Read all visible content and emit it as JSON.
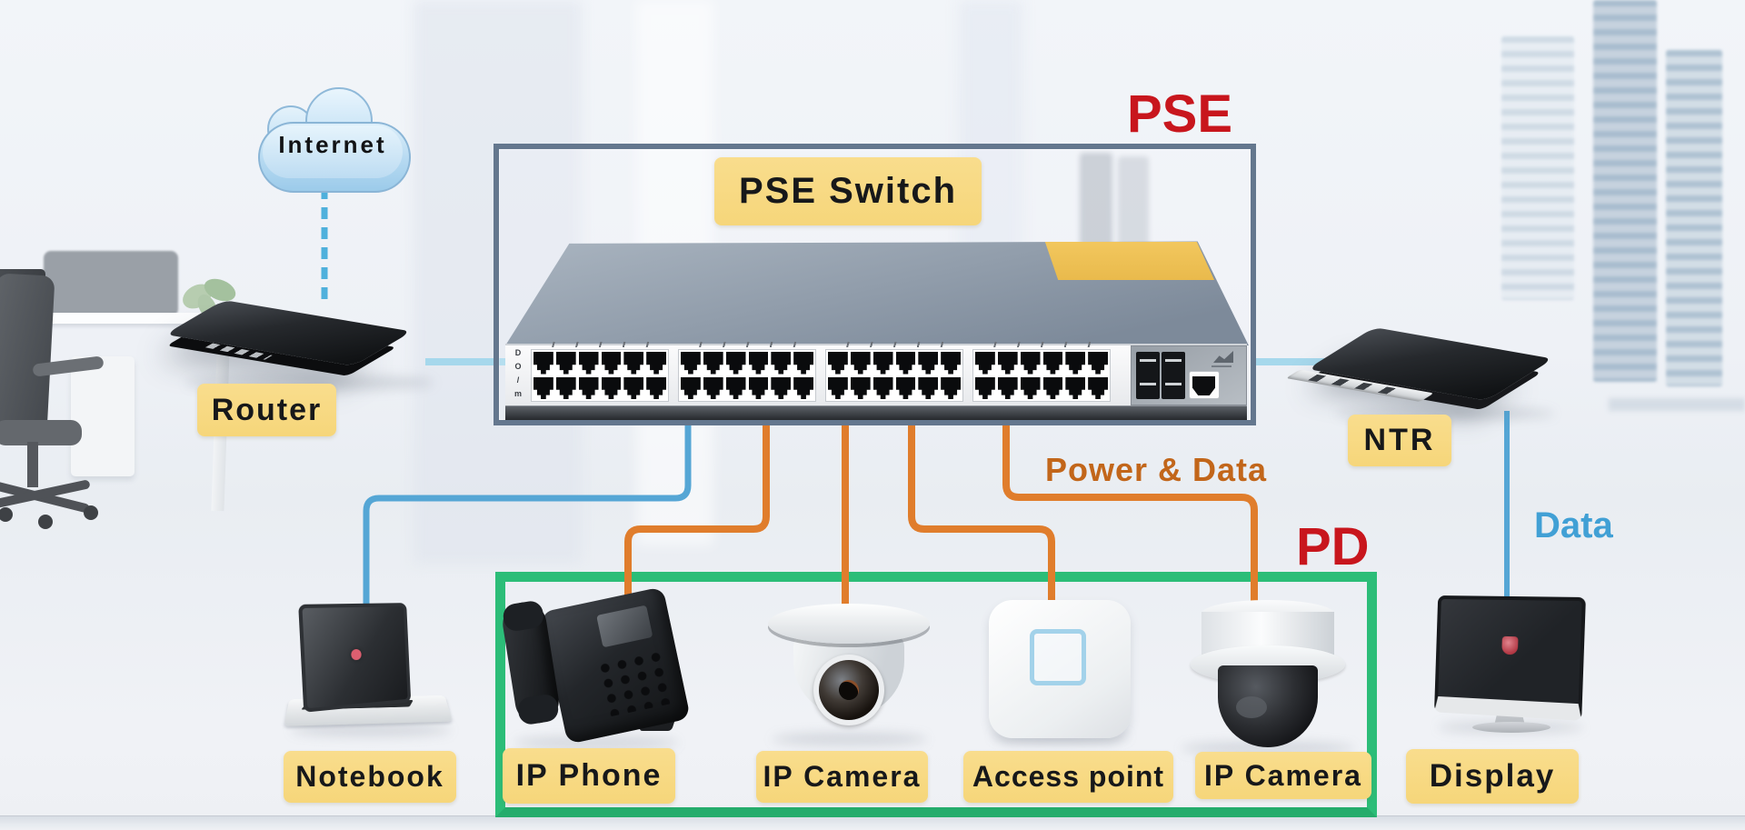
{
  "diagram": {
    "internet_label": "Internet",
    "router_label": "Router",
    "pse_title": "PSE",
    "pse_switch_label": "PSE Switch",
    "ntr_label": "NTR",
    "power_data_label": "Power & Data",
    "pd_title": "PD",
    "data_label": "Data",
    "notebook_label": "Notebook",
    "display_label": "Display",
    "pd_devices": [
      {
        "label": "IP Phone"
      },
      {
        "label": "IP Camera"
      },
      {
        "label": "Access point"
      },
      {
        "label": "IP Camera"
      }
    ]
  },
  "switch": {
    "port_groups": 4,
    "ports_per_group": 12,
    "rows_per_group": 2
  },
  "colors": {
    "pse_pd_title_red": "#c8161d",
    "power_data_orange_text": "#c2661a",
    "orange_line": "#e07d2c",
    "blue_line_dark": "#55a6d5",
    "blue_line_light": "#a6d8ec",
    "data_blue_text": "#41a0d5",
    "green_box_border": "#2cbd78",
    "pse_box_border": "#64778e",
    "label_background": "#f8da7e",
    "sticker_yellow": "#eec255"
  }
}
